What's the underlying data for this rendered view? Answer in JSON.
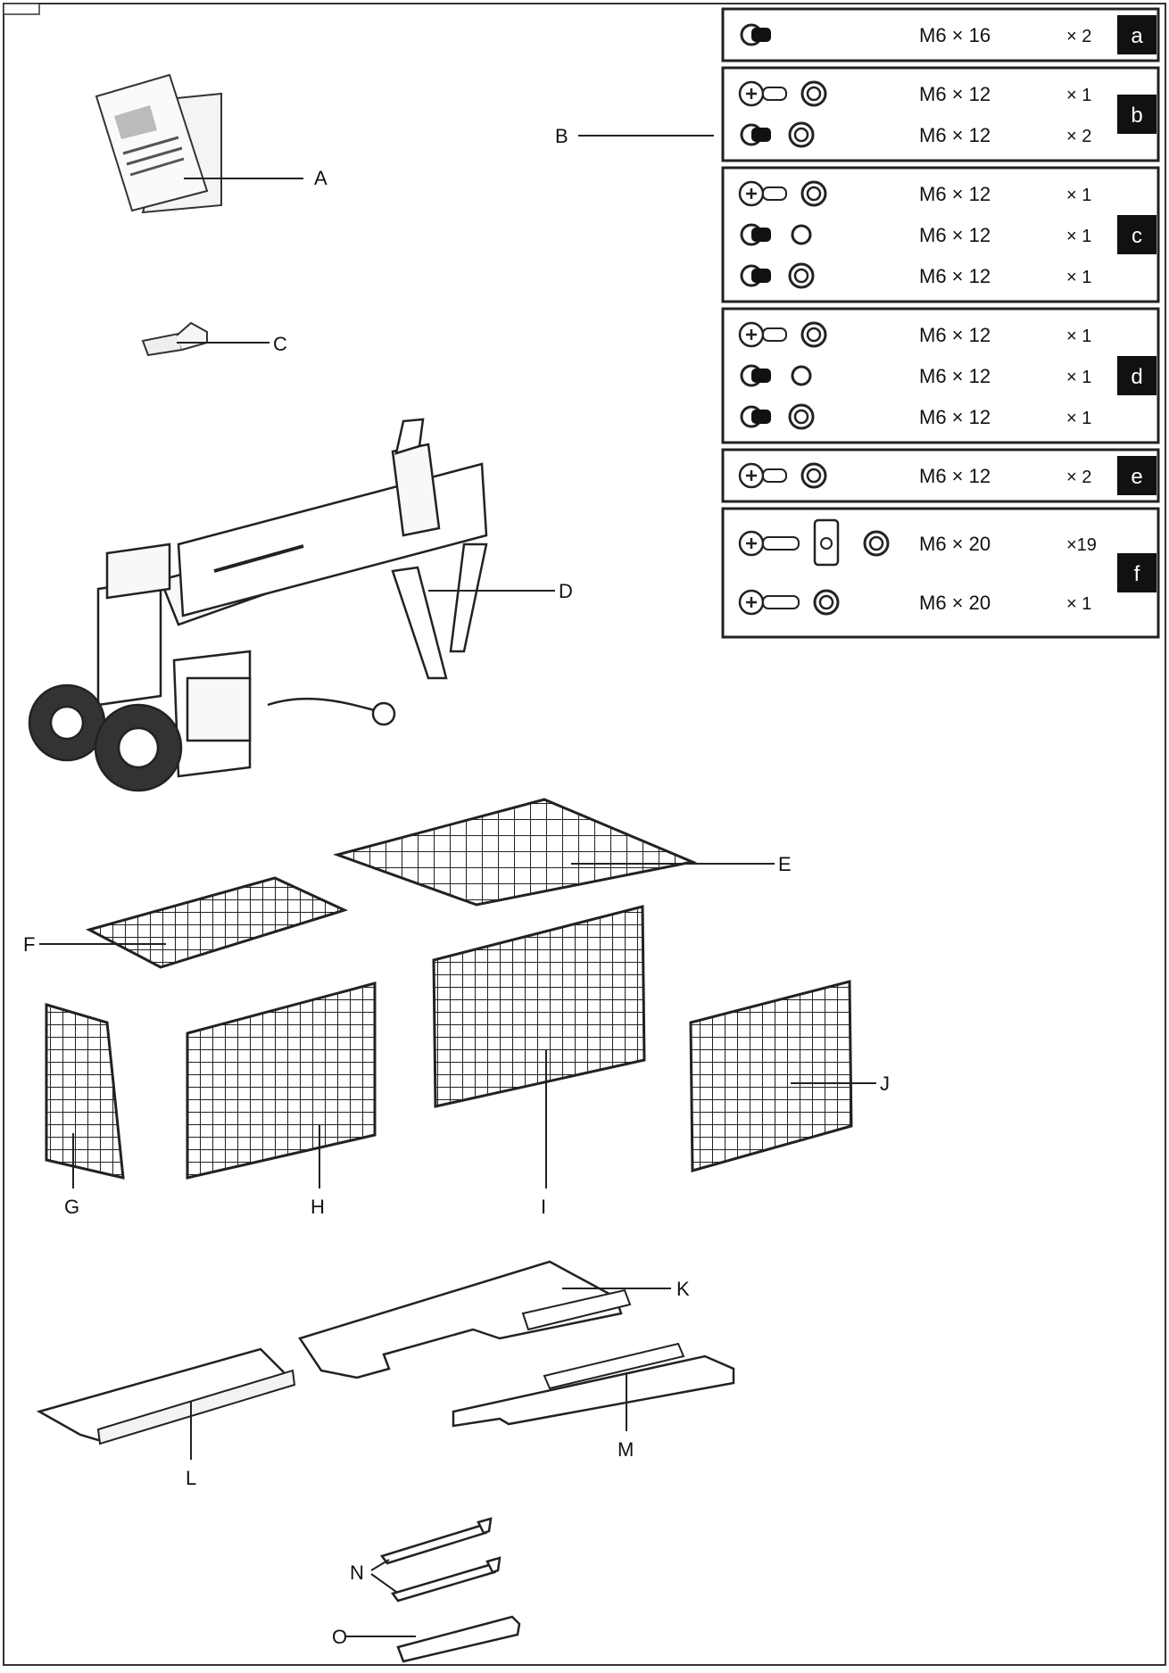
{
  "parts": {
    "A": "A",
    "B": "B",
    "C": "C",
    "D": "D",
    "E": "E",
    "F": "F",
    "G": "G",
    "H": "H",
    "I": "I",
    "J": "J",
    "K": "K",
    "L": "L",
    "M": "M",
    "N": "N",
    "O": "O"
  },
  "hardware_groups": [
    {
      "letter": "a",
      "rows": [
        {
          "spec": "M6 × 16",
          "qty": "× 2"
        }
      ]
    },
    {
      "letter": "b",
      "rows": [
        {
          "spec": "M6 × 12",
          "qty": "× 1"
        },
        {
          "spec": "M6 × 12",
          "qty": "× 2"
        }
      ]
    },
    {
      "letter": "c",
      "rows": [
        {
          "spec": "M6 × 12",
          "qty": "× 1"
        },
        {
          "spec": "M6 × 12",
          "qty": "× 1"
        },
        {
          "spec": "M6 × 12",
          "qty": "× 1"
        }
      ]
    },
    {
      "letter": "d",
      "rows": [
        {
          "spec": "M6 × 12",
          "qty": "× 1"
        },
        {
          "spec": "M6 × 12",
          "qty": "× 1"
        },
        {
          "spec": "M6 × 12",
          "qty": "× 1"
        }
      ]
    },
    {
      "letter": "e",
      "rows": [
        {
          "spec": "M6 × 12",
          "qty": "× 2"
        }
      ]
    },
    {
      "letter": "f",
      "rows": [
        {
          "spec": "M6 × 20",
          "qty": "×19"
        },
        {
          "spec": "M6 × 20",
          "qty": "× 1"
        }
      ]
    }
  ],
  "colors": {
    "ink": "#111111",
    "paper": "#ffffff",
    "grey": "#dddddd"
  }
}
